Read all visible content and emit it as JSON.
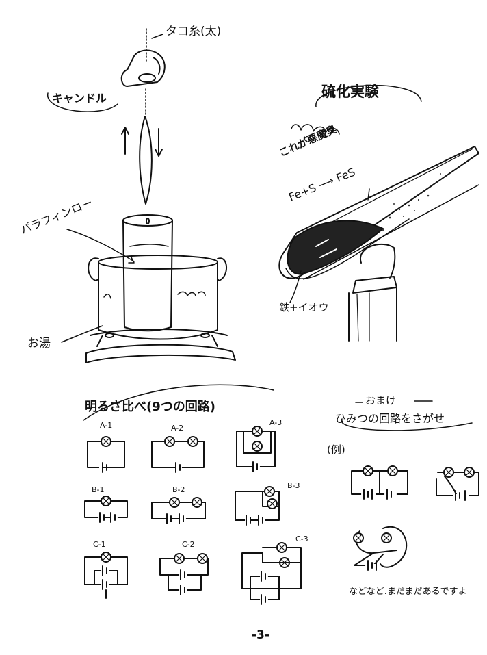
{
  "candle": {
    "kite_string_label": "タコ糸(太)",
    "candle_label": "キャンドル",
    "paraffin_label": "パラフィンロー",
    "hot_water_label": "お湯"
  },
  "sulfide": {
    "title": "硫化実験",
    "bad_smell_label": "これが悪魔臭",
    "reaction_label": "Fe+S ⟶ FeS",
    "iron_sulfur_label": "鉄+イオウ"
  },
  "circuits": {
    "title": "明るさ比べ(9つの回路)",
    "labels": [
      "A-1",
      "A-2",
      "A-3",
      "B-1",
      "B-2",
      "B-3",
      "C-1",
      "C-2",
      "C-3"
    ]
  },
  "bonus": {
    "title": "おまけ",
    "subtitle": "ひみつの回路をさがせ",
    "example_label": "(例)",
    "footer_note": "などなど.まだまだあるですよ"
  },
  "page_number": "-3-"
}
